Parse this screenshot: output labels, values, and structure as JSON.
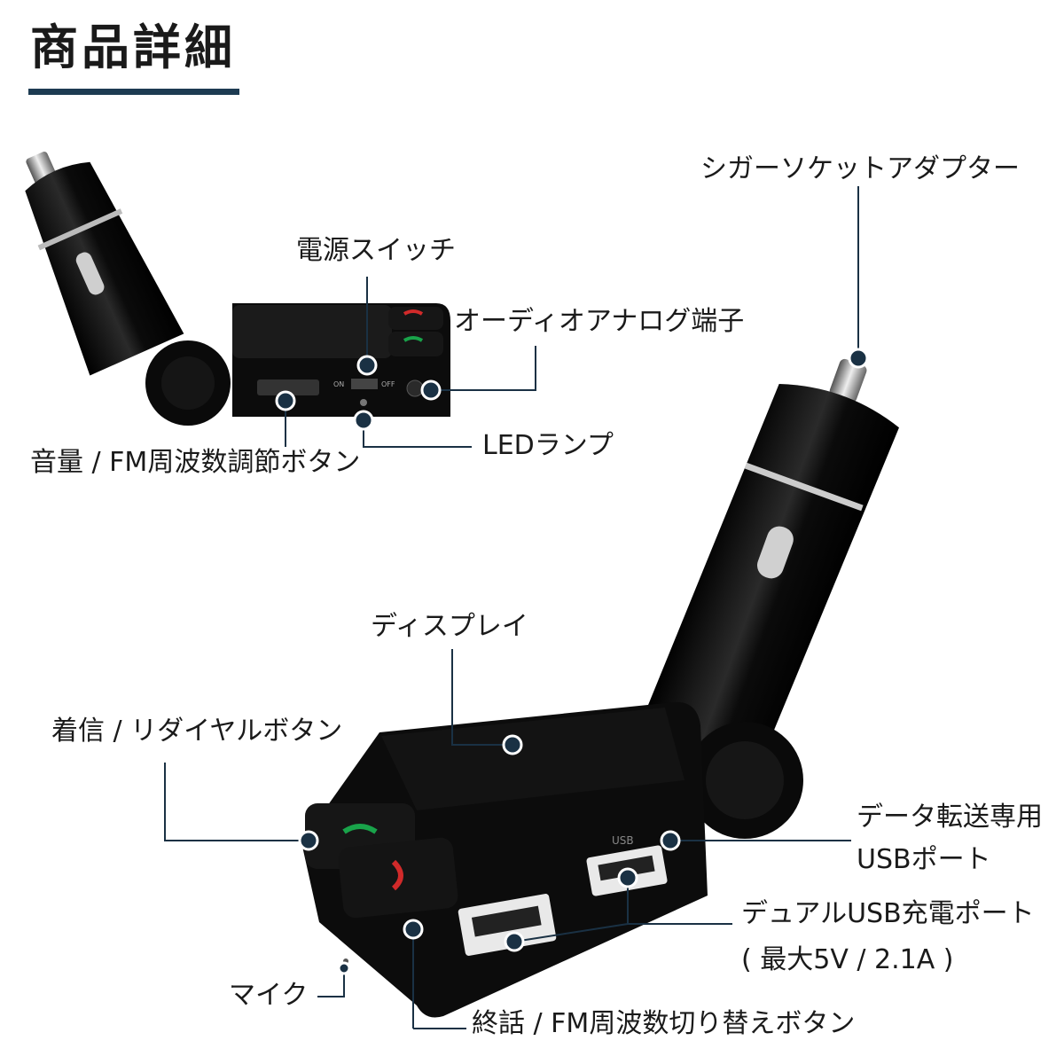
{
  "title": "商品詳細",
  "colors": {
    "accent": "#1d3b52",
    "line": "#1a3144",
    "body": "#0c0c0c"
  },
  "labels": {
    "power_switch": "電源スイッチ",
    "audio_jack": "オーディオアナログ端子",
    "volume_button": "音量 / FM周波数調節ボタン",
    "led_lamp": "LEDランプ",
    "cigar_adapter": "シガーソケットアダプター",
    "display": "ディスプレイ",
    "call_button": "着信 / リダイヤルボタン",
    "data_usb_line1": "データ転送専用",
    "data_usb_line2": "USBポート",
    "dual_usb_line1": "デュアルUSB充電ポート",
    "dual_usb_line2": "( 最大5V / 2.1A )",
    "mic": "マイク",
    "end_call_button": "終話 / FM周波数切り替えボタン"
  },
  "device_print": {
    "on": "ON",
    "off": "OFF",
    "usb": "USB"
  }
}
